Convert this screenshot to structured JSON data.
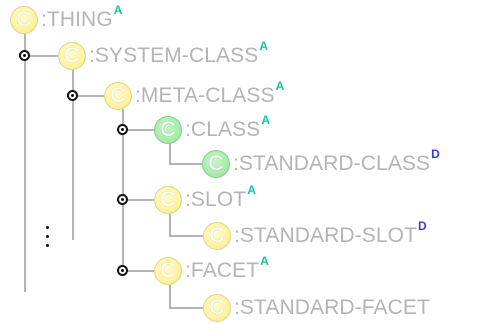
{
  "bubble_letter": "C",
  "colors": {
    "class_fill": "#fff3a0",
    "metaclass_fill": "#a7ecaa",
    "name_text": "#b4b4b4",
    "badge_A": "#19c39c",
    "badge_D": "#3a3ad6"
  },
  "nodes": [
    {
      "name": ":THING",
      "badge": "A",
      "kind": "class"
    },
    {
      "name": ":SYSTEM-CLASS",
      "badge": "A",
      "kind": "class"
    },
    {
      "name": ":META-CLASS",
      "badge": "A",
      "kind": "class"
    },
    {
      "name": ":CLASS",
      "badge": "A",
      "kind": "metaclass"
    },
    {
      "name": ":STANDARD-CLASS",
      "badge": "D",
      "kind": "metaclass"
    },
    {
      "name": ":SLOT",
      "badge": "A",
      "kind": "class"
    },
    {
      "name": ":STANDARD-SLOT",
      "badge": "D",
      "kind": "class"
    },
    {
      "name": ":FACET",
      "badge": "A",
      "kind": "class"
    },
    {
      "name": ":STANDARD-FACET",
      "badge": "",
      "kind": "class"
    }
  ],
  "more_indicator": "⋮"
}
